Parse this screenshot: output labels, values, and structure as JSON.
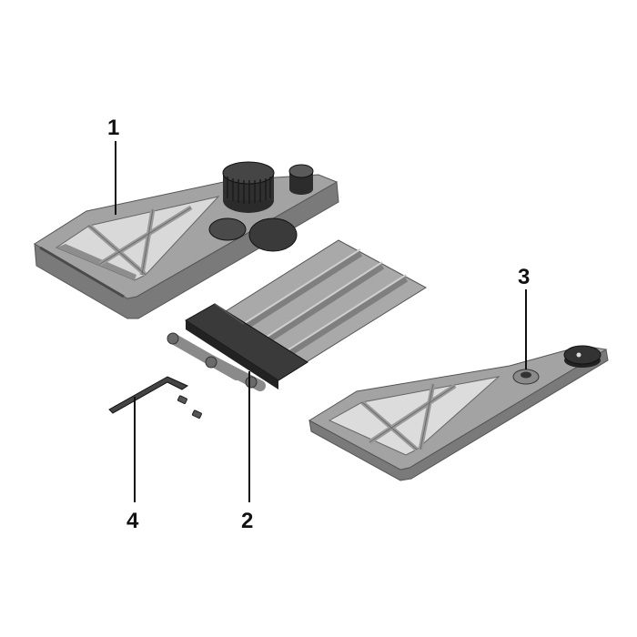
{
  "callouts": [
    {
      "label": "1"
    },
    {
      "label": "2"
    },
    {
      "label": "3"
    },
    {
      "label": "4"
    }
  ],
  "colors": {
    "frame_top": "#9c9c9c",
    "frame_side": "#7a7a7a",
    "frame_edge": "#555555",
    "rail": "#a8a8a8",
    "rail_shadow": "#7d7d7d",
    "knob": "#262626",
    "line": "#111111"
  }
}
